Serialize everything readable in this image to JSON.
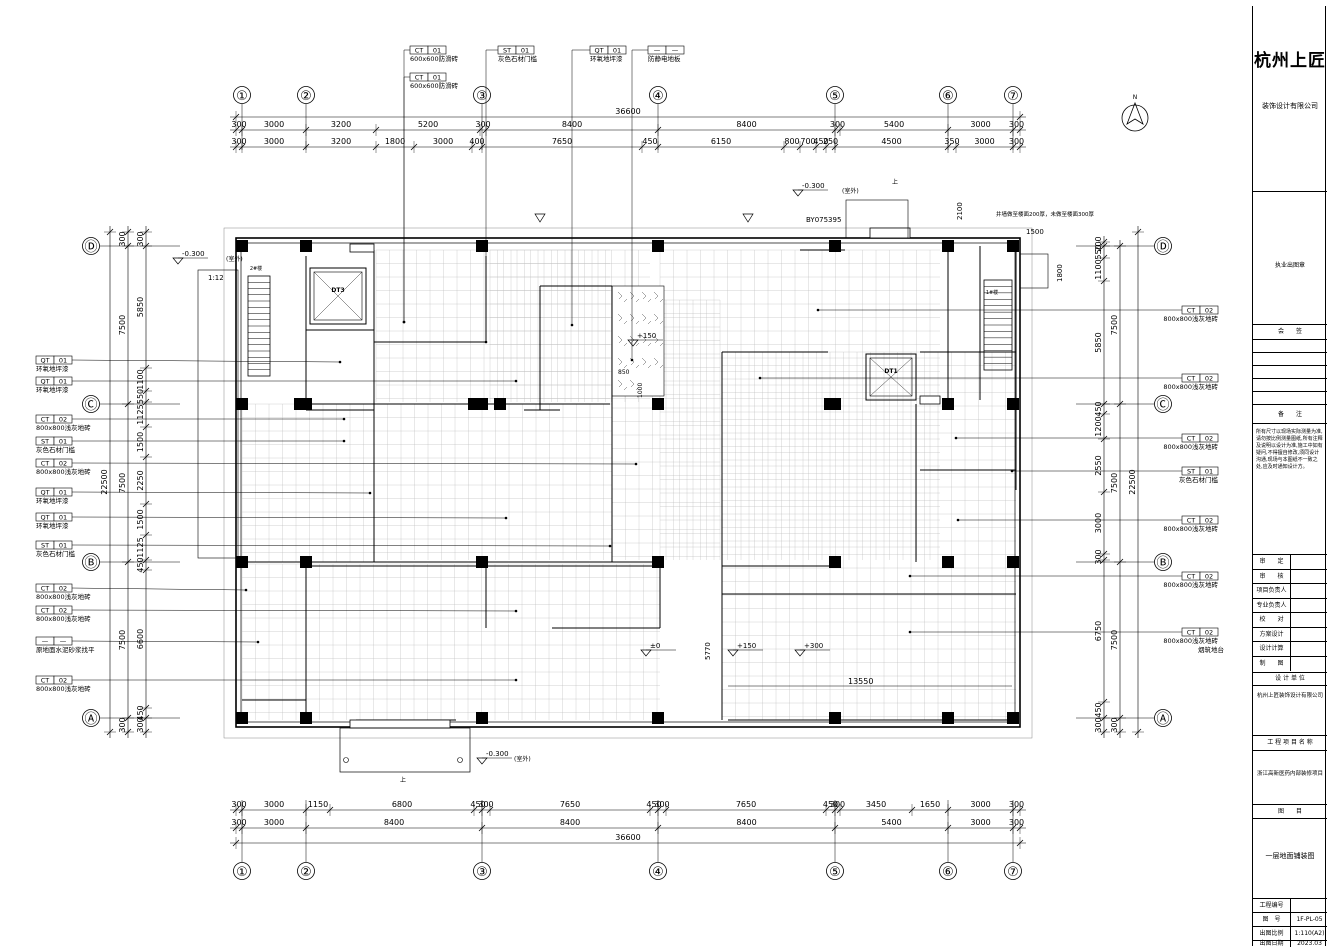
{
  "title_block": {
    "company": "杭州上匠",
    "company_sub": "装饰设计有限公司",
    "seal_label": "执业出图章",
    "countersign_label": "会　　签",
    "notes_label": "备　　注",
    "notes_text": "所有尺寸以现场实际测量为准,请勿按比例测量图纸,所有注释及说明以设计为准,施工中如有疑问,不得擅自修改,须同设计沟通,现场与本图纸不一致之处,应及时通知设计方。",
    "signoff_rows": [
      "审　　定",
      "审　　核",
      "项目负责人",
      "专业负责人",
      "校　　对",
      "方案设计",
      "设计计算",
      "制　　图"
    ],
    "design_unit_label": "设 计 单 位",
    "design_unit": "杭州上匠装饰设计有限公司",
    "project_name_label": "工 程 项 目 名 称",
    "project_name": "浙江高新医药内部装修项目",
    "drawing_title_label": "图　　目",
    "drawing_title": "一层地面铺装图",
    "project_no_label": "工程编号",
    "drawing_no_label": "图　号",
    "drawing_no": "1F-PL-05",
    "scale_label": "出图比例",
    "scale": "1:110(A2)",
    "date_label": "出图日期",
    "date": "2023.03"
  },
  "grid_axes": {
    "columns": [
      "①",
      "②",
      "③",
      "④",
      "⑤",
      "⑥",
      "⑦"
    ],
    "rows": [
      "Ⓓ",
      "Ⓒ",
      "Ⓑ",
      "Ⓐ"
    ]
  },
  "top_dimensions": {
    "total": "36600",
    "row1": [
      "300",
      "3000",
      "3200",
      "5200",
      "300",
      "8400",
      "8400",
      "300",
      "5400",
      "3000",
      "300"
    ],
    "row2": [
      "300",
      "3000",
      "3200",
      "1800",
      "3000",
      "400",
      "7650",
      "450",
      "6150",
      "800",
      "700",
      "450",
      "250",
      "4500",
      "350",
      "3000",
      "300"
    ]
  },
  "bottom_dimensions": {
    "total": "36600",
    "row1": [
      "300",
      "3000",
      "1150",
      "6800",
      "450",
      "300",
      "7650",
      "450",
      "300",
      "7650",
      "450",
      "300",
      "3450",
      "1650",
      "3000",
      "300"
    ],
    "row2": [
      "300",
      "3000",
      "8400",
      "8400",
      "8400",
      "5400",
      "3000",
      "300"
    ]
  },
  "left_dimensions": {
    "total": "22500",
    "outer": [
      "300",
      "7500",
      "7500",
      "7500",
      "300"
    ],
    "inner": [
      "300",
      "5850",
      "1100",
      "550",
      "1125",
      "1500",
      "2250",
      "1500",
      "1125",
      "450",
      "6600",
      "450",
      "300"
    ]
  },
  "right_dimensions": {
    "total": "22500",
    "outer": [
      "7500",
      "7500",
      "7500",
      "300"
    ],
    "inner": [
      "200",
      "550",
      "1100",
      "5850",
      "450",
      "1200",
      "2550",
      "3000",
      "300",
      "6750",
      "450",
      "300"
    ]
  },
  "top_callouts": [
    {
      "code": "CT",
      "num": "01",
      "desc": "600x600防滑砖"
    },
    {
      "code": "CT",
      "num": "01",
      "desc": "600x600防滑砖"
    },
    {
      "code": "ST",
      "num": "01",
      "desc": "灰色石材门槛"
    },
    {
      "code": "QT",
      "num": "01",
      "desc": "环氧地坪漆"
    },
    {
      "code": "—",
      "num": "—",
      "desc": "防静电地板"
    }
  ],
  "left_callouts": [
    {
      "code": "QT",
      "num": "01",
      "desc": "环氧地坪漆"
    },
    {
      "code": "QT",
      "num": "01",
      "desc": "环氧地坪漆"
    },
    {
      "code": "CT",
      "num": "02",
      "desc": "800x800浅灰地砖"
    },
    {
      "code": "ST",
      "num": "01",
      "desc": "灰色石材门槛"
    },
    {
      "code": "CT",
      "num": "02",
      "desc": "800x800浅灰地砖"
    },
    {
      "code": "QT",
      "num": "01",
      "desc": "环氧地坪漆"
    },
    {
      "code": "QT",
      "num": "01",
      "desc": "环氧地坪漆"
    },
    {
      "code": "ST",
      "num": "01",
      "desc": "灰色石材门槛"
    },
    {
      "code": "CT",
      "num": "02",
      "desc": "800x800浅灰地砖"
    },
    {
      "code": "CT",
      "num": "02",
      "desc": "800x800浅灰地砖"
    },
    {
      "code": "—",
      "num": "—",
      "desc": "原地面水泥砂浆找平"
    },
    {
      "code": "CT",
      "num": "02",
      "desc": "800x800浅灰地砖"
    }
  ],
  "right_callouts": [
    {
      "code": "CT",
      "num": "02",
      "desc": "800x800浅灰地砖"
    },
    {
      "code": "CT",
      "num": "02",
      "desc": "800x800浅灰地砖"
    },
    {
      "code": "CT",
      "num": "02",
      "desc": "800x800浅灰地砖"
    },
    {
      "code": "ST",
      "num": "01",
      "desc": "灰色石材门槛"
    },
    {
      "code": "CT",
      "num": "02",
      "desc": "800x800浅灰地砖"
    },
    {
      "code": "CT",
      "num": "02",
      "desc": "800x800浅灰地砖"
    },
    {
      "code": "CT",
      "num": "02",
      "desc": "800x800浅灰地砖",
      "desc2": "烟筑地台"
    }
  ],
  "annotations": {
    "north": "N",
    "level_outdoor": "-0.300",
    "level_outdoor_note": "(室外)",
    "level_zero": "±0",
    "level_plus150": "+150",
    "level_plus300": "+300",
    "ramp": "1:12",
    "stair1": "2#楼",
    "stair2": "1#楼",
    "elevator1": "DT3",
    "elevator2": "DT1",
    "dim_13550": "13550",
    "dim_5770": "5770",
    "dim_2100": "2100",
    "dim_1800": "1800",
    "dim_1500": "1500",
    "dim_850": "850",
    "dim_1000": "1000",
    "note_well": "井墙做至楼面200厚，未做至楼面300厚",
    "by_label": "BY075395",
    "up": "上"
  }
}
